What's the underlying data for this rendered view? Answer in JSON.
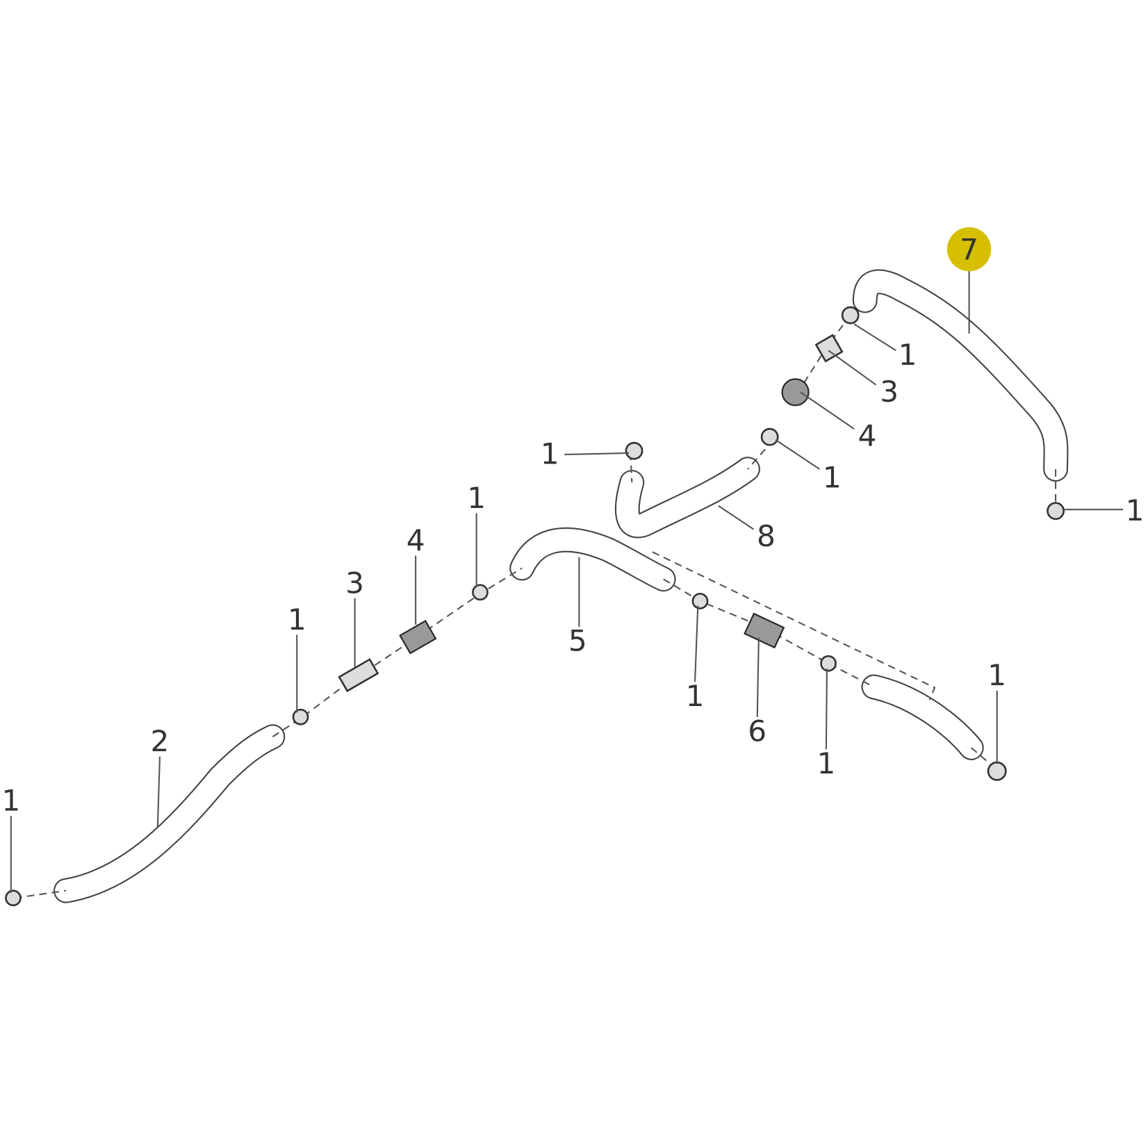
{
  "diagram": {
    "highlight_color": "#d6bf00",
    "callouts": [
      {
        "label": "7",
        "highlighted": true
      },
      {
        "label": "1"
      },
      {
        "label": "3"
      },
      {
        "label": "4"
      },
      {
        "label": "1"
      },
      {
        "label": "1"
      },
      {
        "label": "1"
      },
      {
        "label": "8"
      },
      {
        "label": "1"
      },
      {
        "label": "4"
      },
      {
        "label": "3"
      },
      {
        "label": "1"
      },
      {
        "label": "5"
      },
      {
        "label": "2"
      },
      {
        "label": "1"
      },
      {
        "label": "1"
      },
      {
        "label": "6"
      },
      {
        "label": "1"
      },
      {
        "label": "1"
      }
    ]
  }
}
